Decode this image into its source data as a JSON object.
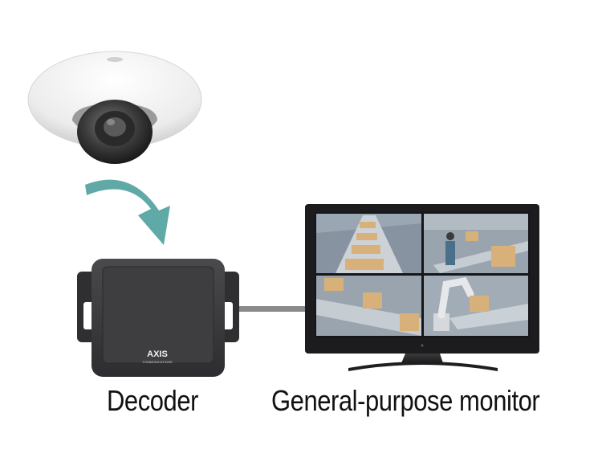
{
  "labels": {
    "decoder": "Decoder",
    "monitor": "General-purpose monitor"
  },
  "decoder_brand": "AXIS",
  "decoder_brand_sub": "COMMUNICATIONS",
  "icons": [
    "dome-camera-icon",
    "flow-arrow-icon",
    "decoder-icon",
    "cable-icon",
    "monitor-icon"
  ],
  "colors": {
    "arrow": "#5fa9a6",
    "decoder_body": "#3a3a3c",
    "monitor_frame": "#1c1c1e",
    "cable": "#8a8a8a",
    "camera_shell": "#eeeeee",
    "screen_bg": "#8a96a2"
  }
}
